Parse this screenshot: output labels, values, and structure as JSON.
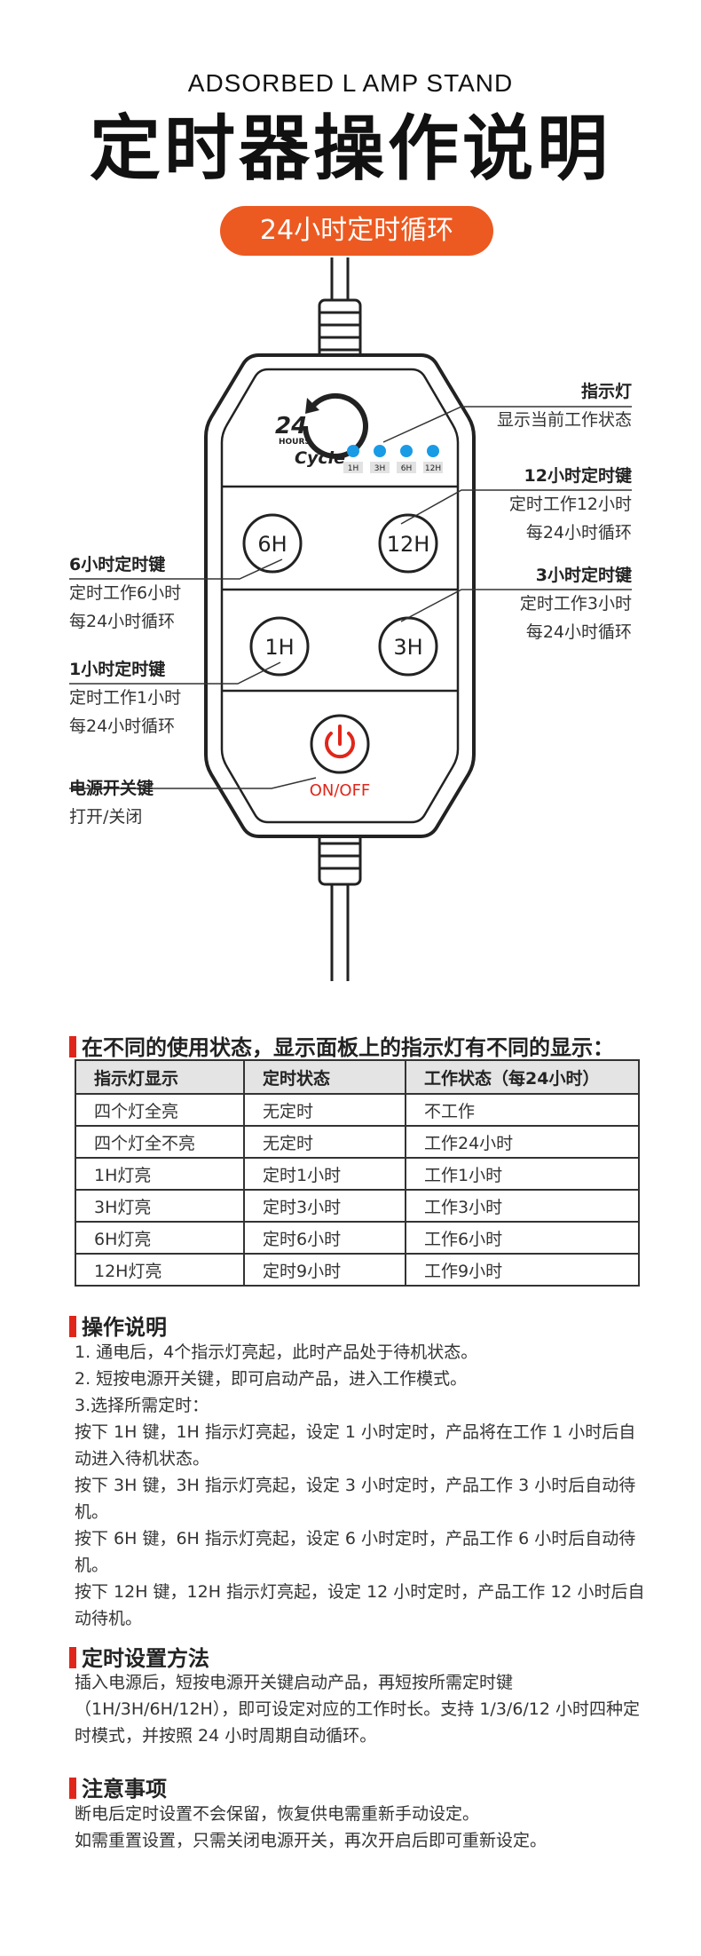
{
  "header": {
    "subtitle_en": "ADSORBED L AMP STAND",
    "title": "定时器操作说明",
    "pill": "24小时定时循环"
  },
  "device": {
    "logo_number": "24",
    "logo_hours": "HOURS",
    "logo_cycle": "Cycle",
    "leds": [
      "1H",
      "3H",
      "6H",
      "12H"
    ],
    "led_color": "#1a9be6",
    "buttons": {
      "6h": "6H",
      "12h": "12H",
      "1h": "1H",
      "3h": "3H"
    },
    "power_label": "ON/OFF",
    "power_color": "#e0261a"
  },
  "callouts": {
    "indicator": {
      "title": "指示灯",
      "lines": [
        "显示当前工作状态"
      ]
    },
    "key12": {
      "title": "12小时定时键",
      "lines": [
        "定时工作12小时",
        "每24小时循环"
      ]
    },
    "key6": {
      "title": "6小时定时键",
      "lines": [
        "定时工作6小时",
        "每24小时循环"
      ]
    },
    "key3": {
      "title": "3小时定时键",
      "lines": [
        "定时工作3小时",
        "每24小时循环"
      ]
    },
    "key1": {
      "title": "1小时定时键",
      "lines": [
        "定时工作1小时",
        "每24小时循环"
      ]
    },
    "power": {
      "title": "电源开关键",
      "lines": [
        "打开/关闭"
      ]
    }
  },
  "status_section": {
    "heading": "在不同的使用状态，显示面板上的指示灯有不同的显示：",
    "columns": [
      "指示灯显示",
      "定时状态",
      "工作状态（每24小时）"
    ],
    "rows": [
      [
        "四个灯全亮",
        "无定时",
        "不工作"
      ],
      [
        "四个灯全不亮",
        "无定时",
        "工作24小时"
      ],
      [
        "1H灯亮",
        "定时1小时",
        "工作1小时"
      ],
      [
        "3H灯亮",
        "定时3小时",
        "工作3小时"
      ],
      [
        "6H灯亮",
        "定时6小时",
        "工作6小时"
      ],
      [
        "12H灯亮",
        "定时9小时",
        "工作9小时"
      ]
    ]
  },
  "operation": {
    "heading": "操作说明",
    "lines": [
      "1. 通电后，4个指示灯亮起，此时产品处于待机状态。",
      "2. 短按电源开关键，即可启动产品，进入工作模式。",
      "3.选择所需定时：",
      "按下 1H 键，1H 指示灯亮起，设定 1 小时定时，产品将在工作 1 小时后自动进入待机状态。",
      "按下 3H 键，3H 指示灯亮起，设定 3 小时定时，产品工作 3 小时后自动待机。",
      "按下 6H 键，6H 指示灯亮起，设定 6 小时定时，产品工作 6 小时后自动待机。",
      "按下 12H 键，12H 指示灯亮起，设定 12 小时定时，产品工作 12 小时后自动待机。"
    ]
  },
  "timer_setup": {
    "heading": "定时设置方法",
    "lines": [
      "插入电源后，短按电源开关键启动产品，再短按所需定时键（1H/3H/6H/12H），即可设定对应的工作时长。支持 1/3/6/12 小时四种定时模式，并按照 24 小时周期自动循环。"
    ]
  },
  "notes": {
    "heading": "注意事项",
    "lines": [
      "断电后定时设置不会保留，恢复供电需重新手动设定。",
      "如需重置设置，只需关闭电源开关，再次开启后即可重新设定。"
    ]
  }
}
